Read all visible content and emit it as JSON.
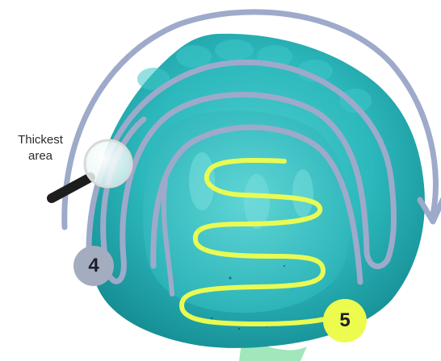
{
  "annotation": {
    "line1": "Thickest",
    "line2": "area"
  },
  "steps": {
    "step4": "4",
    "step5": "5"
  },
  "colors": {
    "appliance": "#2fbcbf",
    "appliance_dark": "#148e93",
    "edge_highlight": "#8fe3b0",
    "path_lavender": "#9eaaca",
    "path_yellow": "#e9fb53",
    "badge_4": "#a4acbf",
    "badge_5": "#edfb4e",
    "magnifier_handle": "#1d1d1d"
  },
  "icons": [
    "magnifier-icon",
    "curved-arrow-icon"
  ]
}
